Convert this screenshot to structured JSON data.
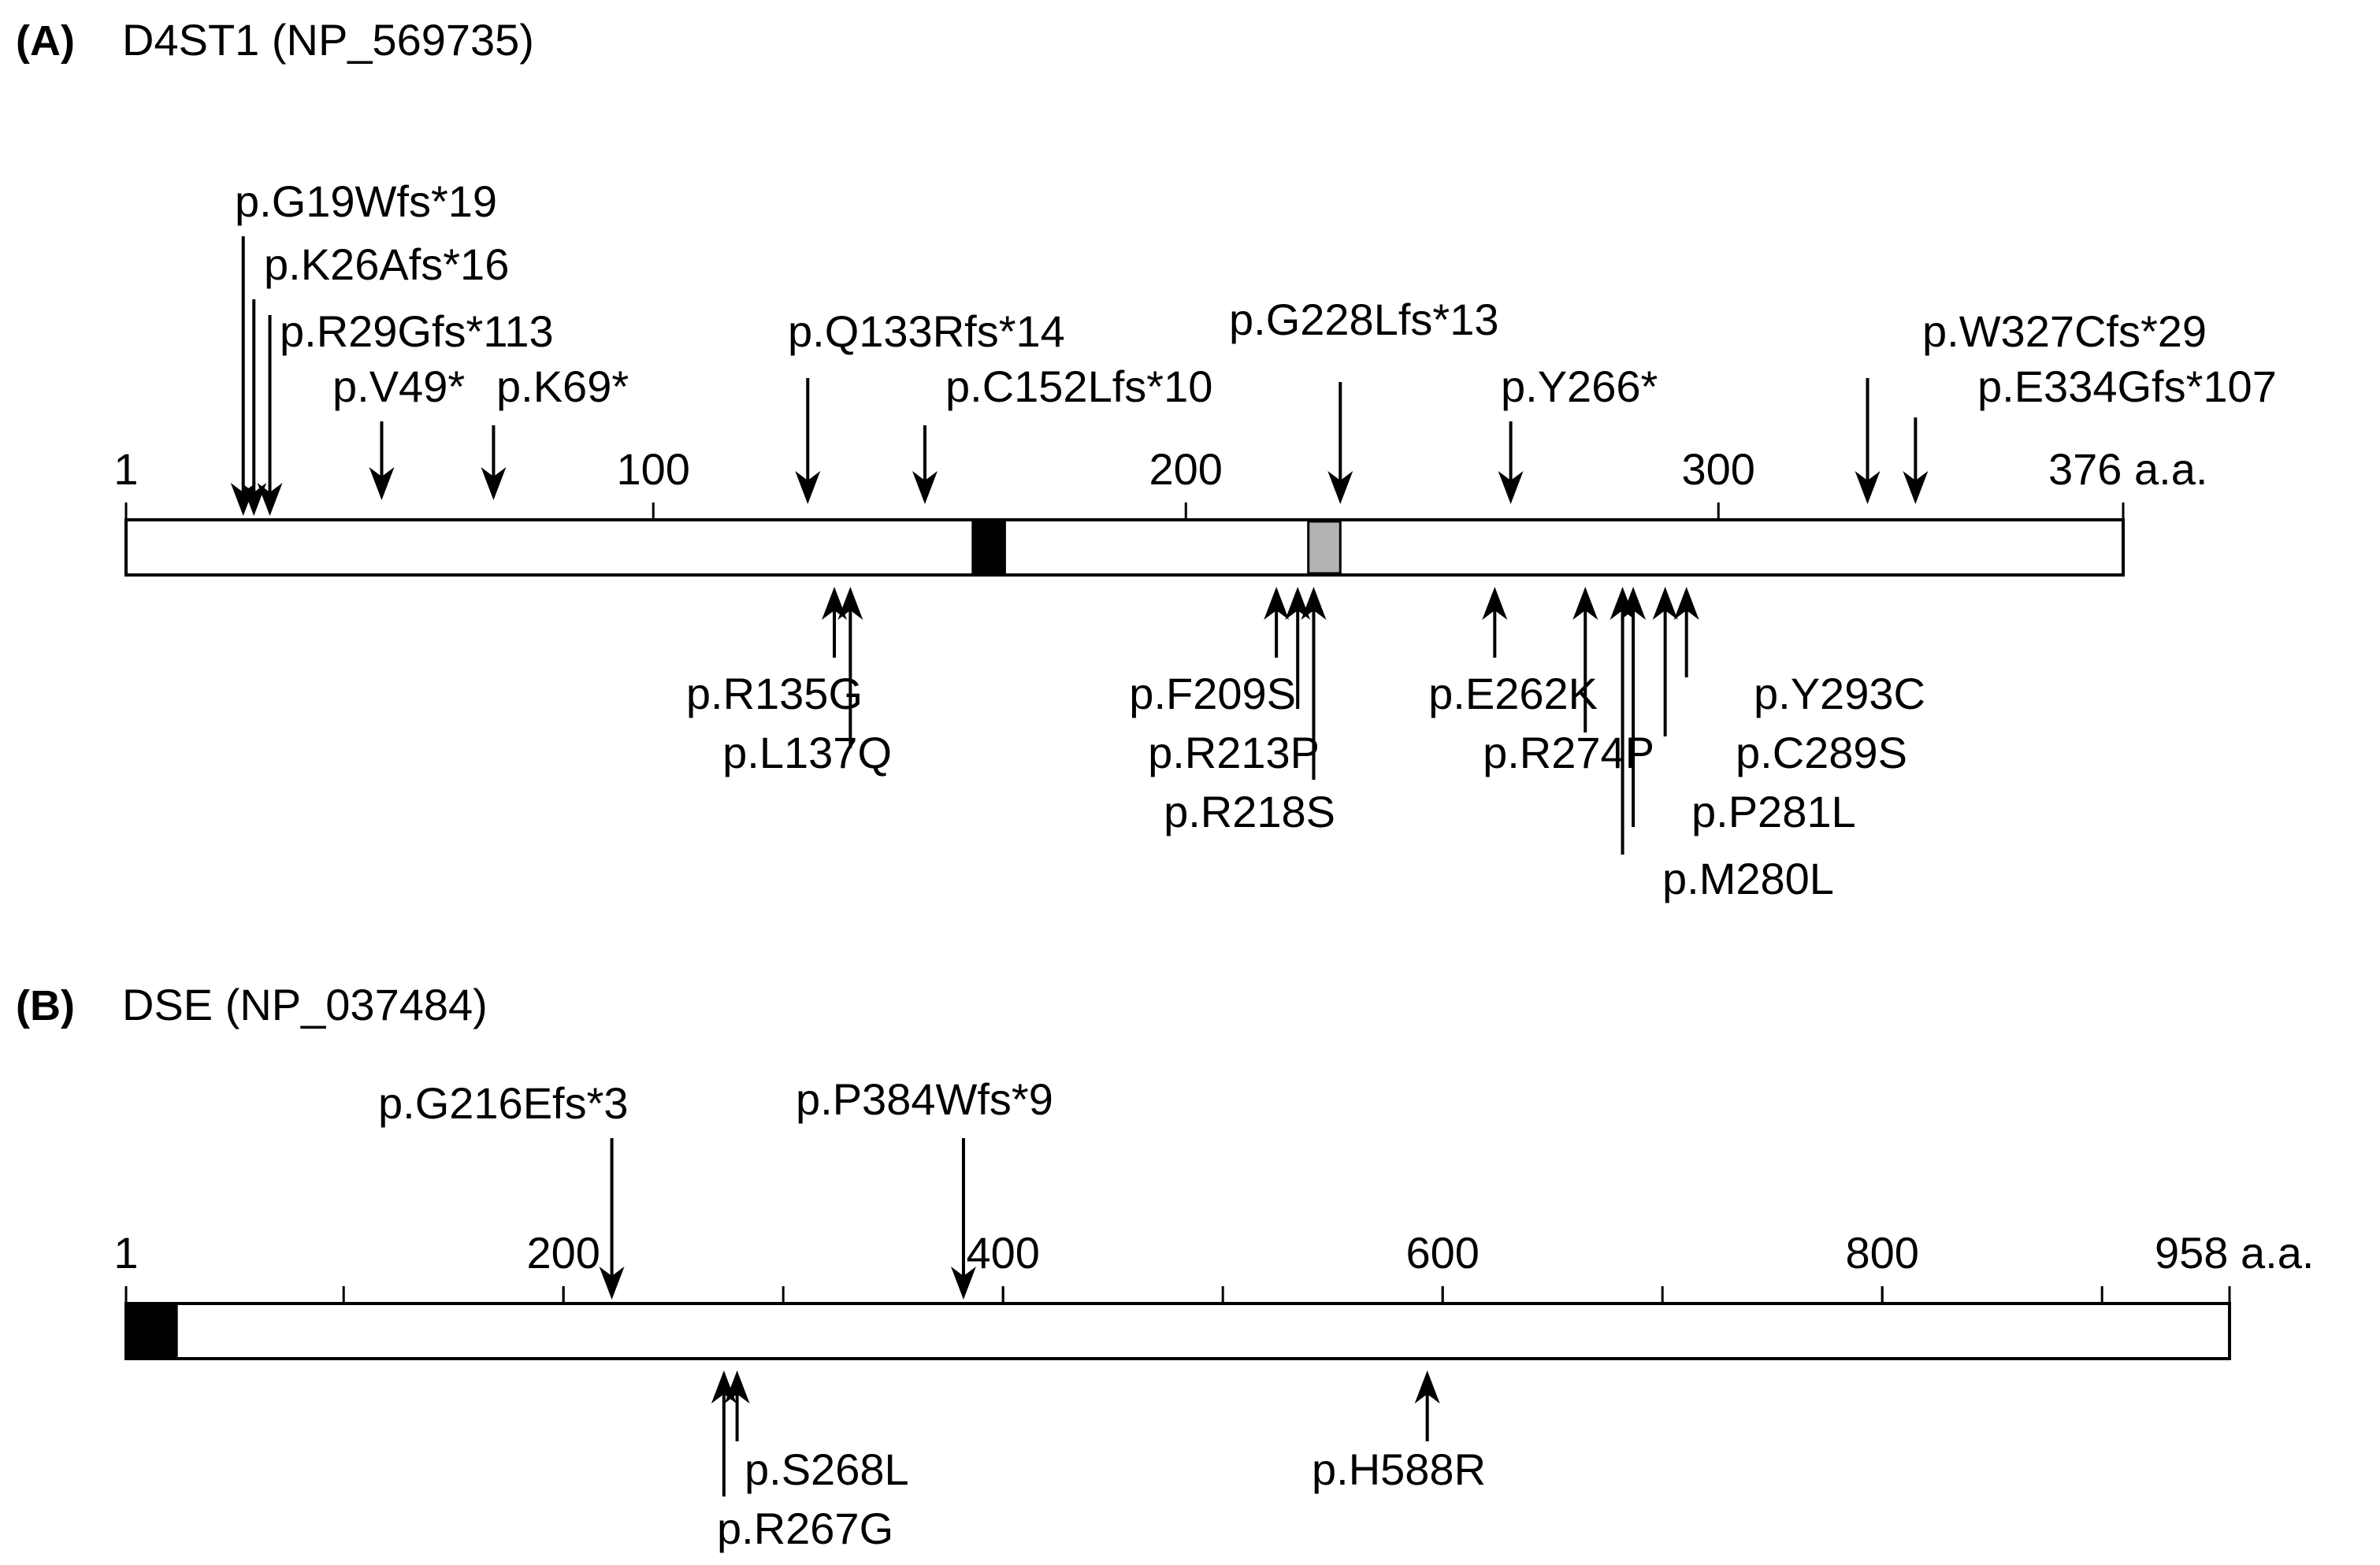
{
  "panels": [
    {
      "id": "A",
      "letter": "(A)",
      "title": "D4ST1 (NP_569735)",
      "length": 376,
      "ticks": [
        {
          "pos": 1,
          "label": "1"
        },
        {
          "pos": 100,
          "label": "100"
        },
        {
          "pos": 200,
          "label": "200"
        },
        {
          "pos": 300,
          "label": "300"
        },
        {
          "pos": 376,
          "label": "376 a.a."
        }
      ],
      "minor_ticks": [],
      "domains": [
        {
          "start": 160,
          "end": 166,
          "color": "#000000"
        },
        {
          "start": 223,
          "end": 229,
          "color": "#b3b3b3"
        }
      ],
      "mutations_above": [
        {
          "pos": 23,
          "label": "p.G19Wfs*19"
        },
        {
          "pos": 25,
          "label": "p.K26Afs*16"
        },
        {
          "pos": 28,
          "label": "p.R29Gfs*113"
        },
        {
          "pos": 49,
          "label": "p.V49*"
        },
        {
          "pos": 70,
          "label": "p.K69*"
        },
        {
          "pos": 129,
          "label": "p.Q133Rfs*14"
        },
        {
          "pos": 151,
          "label": "p.C152Lfs*10"
        },
        {
          "pos": 229,
          "label": "p.G228Lfs*13"
        },
        {
          "pos": 261,
          "label": "p.Y266*"
        },
        {
          "pos": 328,
          "label": "p.W327Cfs*29"
        },
        {
          "pos": 337,
          "label": "p.E334Gfs*107"
        }
      ],
      "mutations_below": [
        {
          "pos": 134,
          "label": "p.R135G"
        },
        {
          "pos": 137,
          "label": "p.L137Q"
        },
        {
          "pos": 217,
          "label": "p.F209S"
        },
        {
          "pos": 221,
          "label": "p.R213P"
        },
        {
          "pos": 224,
          "label": "p.R218S"
        },
        {
          "pos": 258,
          "label": "p.E262K"
        },
        {
          "pos": 275,
          "label": "p.R274P"
        },
        {
          "pos": 282,
          "label": "p.M280L"
        },
        {
          "pos": 284,
          "label": "p.P281L"
        },
        {
          "pos": 290,
          "label": "p.C289S"
        },
        {
          "pos": 294,
          "label": "p.Y293C"
        }
      ]
    },
    {
      "id": "B",
      "letter": "(B)",
      "title": "DSE (NP_037484)",
      "length": 958,
      "ticks": [
        {
          "pos": 1,
          "label": "1"
        },
        {
          "pos": 200,
          "label": "200"
        },
        {
          "pos": 400,
          "label": "400"
        },
        {
          "pos": 600,
          "label": "600"
        },
        {
          "pos": 800,
          "label": "800"
        },
        {
          "pos": 958,
          "label": "958 a.a."
        }
      ],
      "minor_ticks": [
        100,
        200,
        300,
        400,
        500,
        600,
        700,
        800,
        900
      ],
      "domains": [
        {
          "start": 1,
          "end": 24,
          "color": "#000000"
        }
      ],
      "mutations_above": [
        {
          "pos": 222,
          "label": "p.G216Efs*3"
        },
        {
          "pos": 382,
          "label": "p.P384Wfs*9"
        }
      ],
      "mutations_below": [
        {
          "pos": 273,
          "label": "p.R267G"
        },
        {
          "pos": 279,
          "label": "p.S268L"
        },
        {
          "pos": 593,
          "label": "p.H588R"
        }
      ]
    }
  ]
}
